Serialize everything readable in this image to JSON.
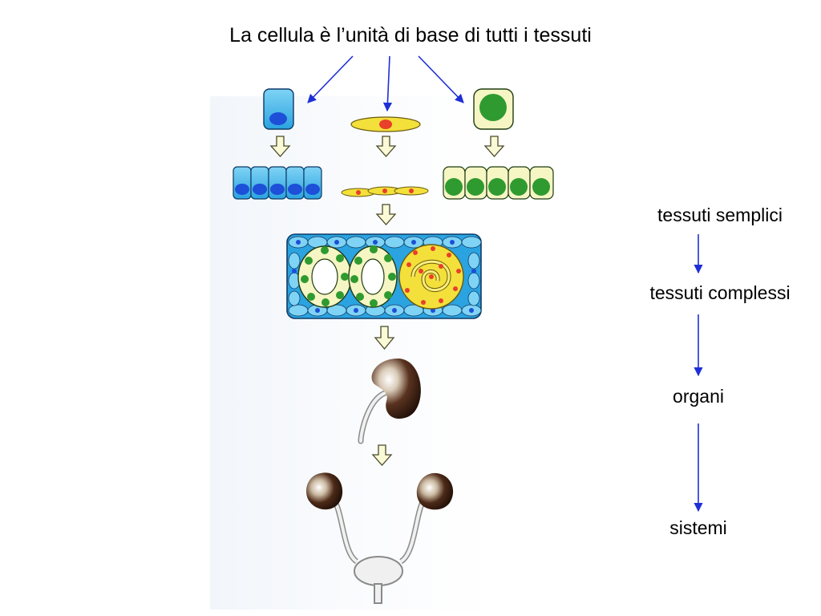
{
  "title": "La cellula è l’unità di base di tutti i tessuti",
  "levels": [
    {
      "label": "tessuti semplici"
    },
    {
      "label": "tessuti complessi"
    },
    {
      "label": "organi"
    },
    {
      "label": "sistemi"
    }
  ],
  "colors": {
    "pointer_arrow": "#1f2fd6",
    "cell_blue": "#29a9e6",
    "nucleus_blue": "#1d4fd8",
    "cell_yellow": "#f3e03a",
    "nucleus_red": "#e8402a",
    "cell_green": "#2f9a2f",
    "cell_pale": "#f5f6c4",
    "kidney": "#3a1f12"
  },
  "icons": [
    "hollow-down-arrow-icon",
    "kidney-icon",
    "urinary-system-icon"
  ]
}
